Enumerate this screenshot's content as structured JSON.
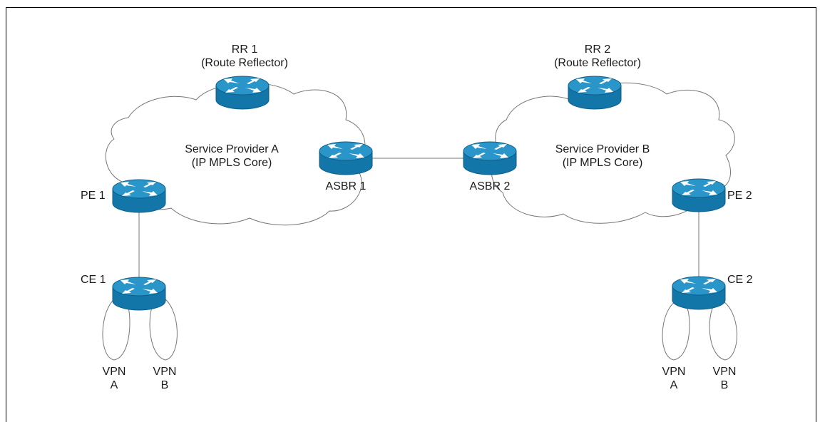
{
  "diagram": {
    "rr1": {
      "line1": "RR 1",
      "line2": "(Route Reflector)"
    },
    "rr2": {
      "line1": "RR 2",
      "line2": "(Route Reflector)"
    },
    "sp_a": {
      "line1": "Service Provider A",
      "line2": "(IP MPLS Core)"
    },
    "sp_b": {
      "line1": "Service Provider B",
      "line2": "(IP MPLS Core)"
    },
    "asbr1": "ASBR 1",
    "asbr2": "ASBR 2",
    "pe1": "PE 1",
    "pe2": "PE 2",
    "ce1": "CE 1",
    "ce2": "CE 2",
    "vpn_left_a": {
      "line1": "VPN",
      "line2": "A"
    },
    "vpn_left_b": {
      "line1": "VPN",
      "line2": "B"
    },
    "vpn_right_a": {
      "line1": "VPN",
      "line2": "A"
    },
    "vpn_right_b": {
      "line1": "VPN",
      "line2": "B"
    },
    "colors": {
      "router_top": "#2a95c8",
      "router_side": "#1276a8",
      "router_rim": "#0d5e88",
      "line": "#777777"
    }
  }
}
